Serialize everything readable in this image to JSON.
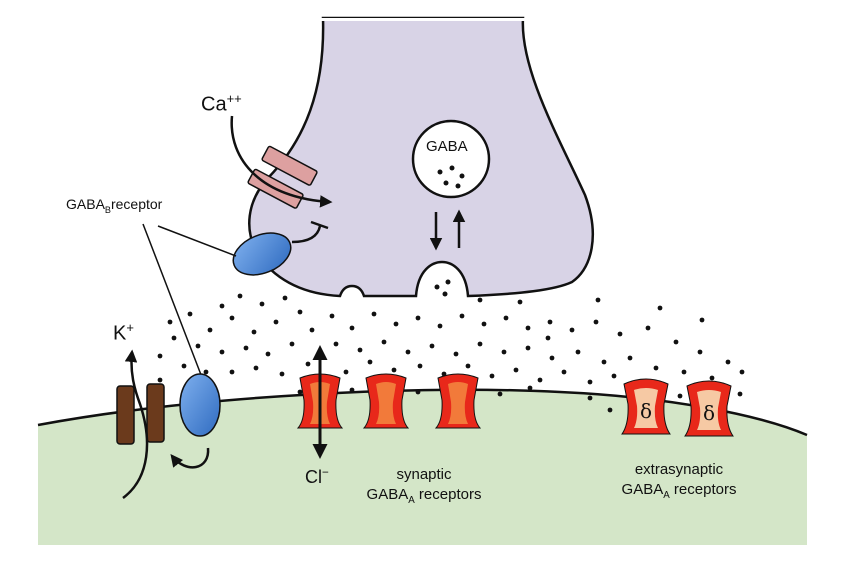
{
  "labels": {
    "calcium": {
      "base": "Ca",
      "sup": "++"
    },
    "potassium": {
      "base": "K",
      "sup": "+"
    },
    "chloride": {
      "base": "Cl",
      "sup": "−"
    },
    "vesicle": "GABA",
    "gabab": {
      "base": "GABA",
      "sub": "B",
      "rest": "receptor"
    },
    "synaptic": {
      "line1": "synaptic",
      "line2_base": "GABA",
      "line2_sub": "A",
      "line2_rest": " receptors"
    },
    "extrasynaptic": {
      "line1": "extrasynaptic",
      "line2_base": "GABA",
      "line2_sub": "A",
      "line2_rest": " receptors"
    },
    "delta_symbol": "δ"
  },
  "colors": {
    "terminal_fill": "#d8d3e6",
    "membrane_fill": "#d4e6c8",
    "receptor_red": "#e8281a",
    "receptor_orange": "#f27a3a",
    "delta_inner": "#f6c9a4",
    "gabab_blue": "#4a86d6",
    "k_channel": "#6b3a1c",
    "ca_channel": "#dda0a0"
  }
}
